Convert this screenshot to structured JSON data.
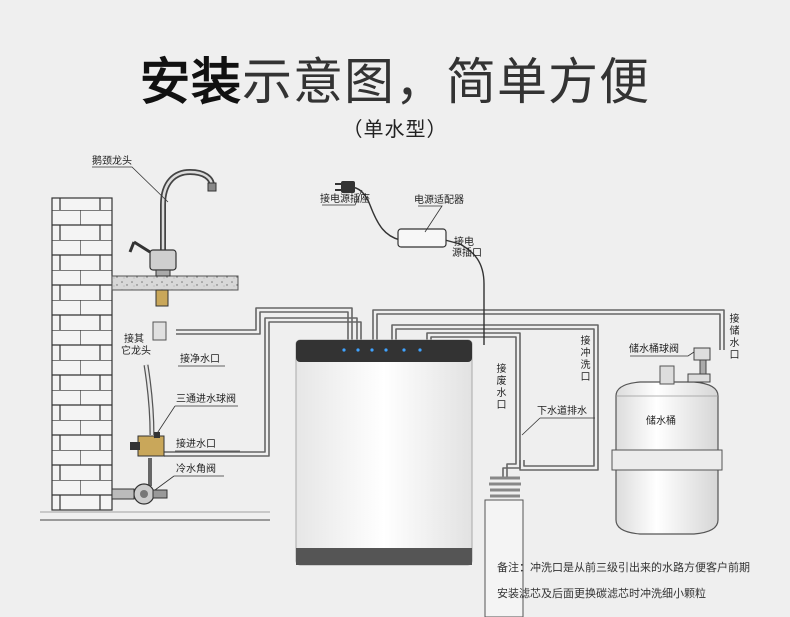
{
  "title": {
    "bold": "安装",
    "light": "示意图，简单方便"
  },
  "subtitle": "（单水型）",
  "labels": {
    "faucet": "鹅颈龙头",
    "power_socket": "接电源插座",
    "adapter": "电源适配器",
    "power_port_line1": "接电",
    "power_port_line2": "源插口",
    "other_faucet_line1": "接其",
    "other_faucet_line2": "它龙头",
    "pure_water_port": "接净水口",
    "three_way_valve": "三通进水球阀",
    "inlet_port": "接进水口",
    "angle_valve": "冷水角阀",
    "waste_water_port": "接废水口",
    "flush_port": "接冲洗口",
    "drain": "下水道排水",
    "tank_valve": "储水桶球阀",
    "tank_port": "接储水口",
    "tank": "储水桶"
  },
  "note": {
    "line1": "备注：冲洗口是从前三级引出来的水路方便客户前期",
    "line2": "安装滤芯及后面更换碳滤芯时冲洗细小颗粒"
  }
}
